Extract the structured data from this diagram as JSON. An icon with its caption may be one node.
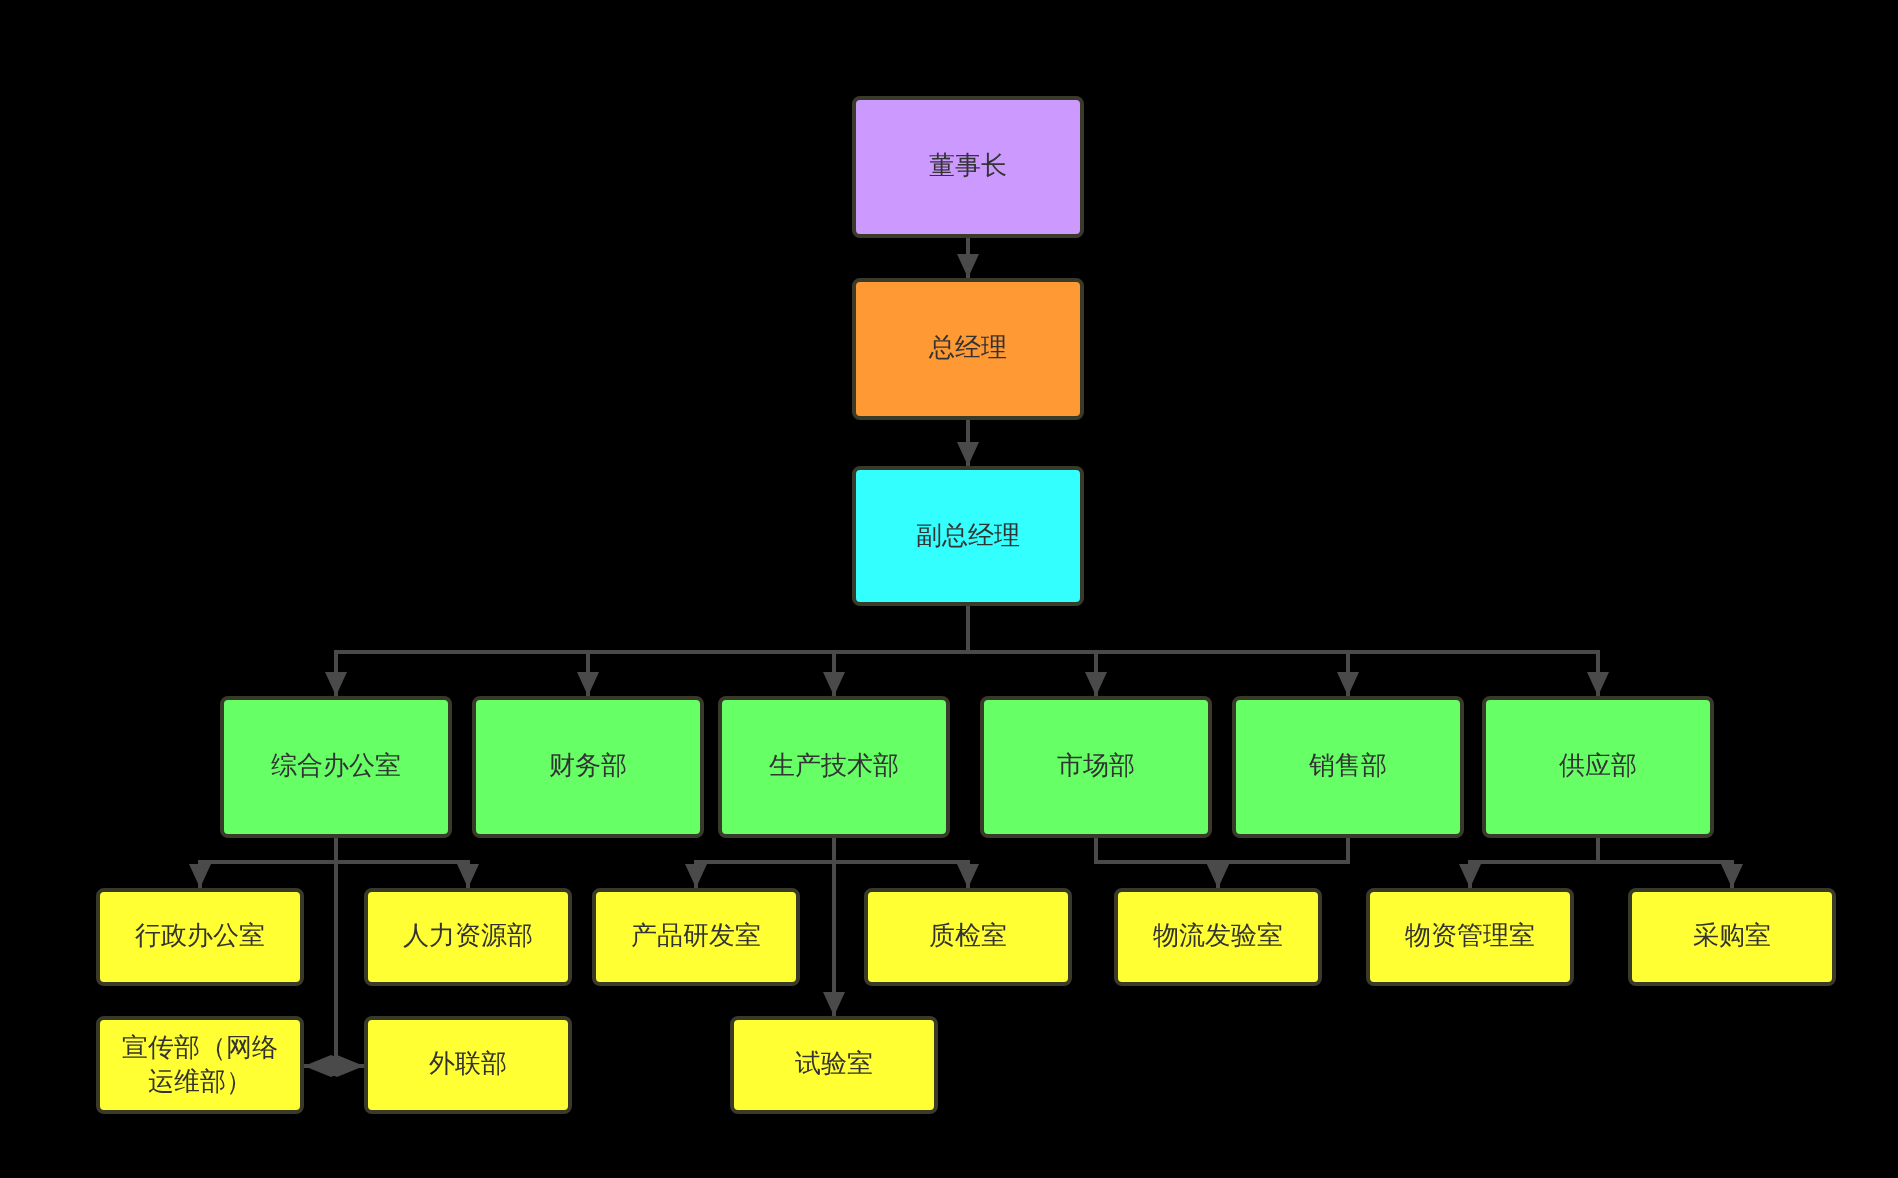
{
  "diagram": {
    "nodes": [
      {
        "text": [
          "董事长"
        ]
      },
      {
        "text": [
          "总经理"
        ]
      },
      {
        "text": [
          "副总经理"
        ]
      },
      {
        "text": [
          "综合办公室"
        ]
      },
      {
        "text": [
          "财务部"
        ]
      },
      {
        "text": [
          "生产技术部"
        ]
      },
      {
        "text": [
          "市场部"
        ]
      },
      {
        "text": [
          "销售部"
        ]
      },
      {
        "text": [
          "供应部"
        ]
      },
      {
        "text": [
          "行政办公室"
        ]
      },
      {
        "text": [
          "人力资源部"
        ]
      },
      {
        "text": [
          "宣传部（网络运维部）"
        ]
      },
      {
        "text": [
          "外联部"
        ]
      },
      {
        "text": [
          "产品研发室"
        ]
      },
      {
        "text": [
          "质检室"
        ]
      },
      {
        "text": [
          "试验室"
        ]
      },
      {
        "text": [
          "物流发验室"
        ]
      },
      {
        "text": [
          "物资管理室"
        ]
      },
      {
        "text": [
          "采购室"
        ]
      }
    ],
    "edges": [
      {
        "from": 0,
        "to": 1,
        "arrow": "to"
      },
      {
        "from": 1,
        "to": 2,
        "arrow": "to"
      },
      {
        "from": 2,
        "to": 3,
        "arrow": "to"
      },
      {
        "from": 2,
        "to": 4,
        "arrow": "to"
      },
      {
        "from": 2,
        "to": 5,
        "arrow": "to"
      },
      {
        "from": 2,
        "to": 6,
        "arrow": "to"
      },
      {
        "from": 2,
        "to": 7,
        "arrow": "to"
      },
      {
        "from": 2,
        "to": 8,
        "arrow": "to"
      },
      {
        "from": 3,
        "to": 9,
        "arrow": "to"
      },
      {
        "from": 3,
        "to": 10,
        "arrow": "to"
      },
      {
        "from": 3,
        "to": 11,
        "arrow": "other"
      },
      {
        "from": 3,
        "to": 12,
        "arrow": "other"
      },
      {
        "from": 5,
        "to": 13,
        "arrow": "to"
      },
      {
        "from": 5,
        "to": 14,
        "arrow": "to"
      },
      {
        "from": 5,
        "to": 15,
        "arrow": "to"
      },
      {
        "from": 6,
        "to": 16,
        "arrow": "to"
      },
      {
        "from": 7,
        "to": 16,
        "arrow": "to"
      },
      {
        "from": 8,
        "to": 17,
        "arrow": "to"
      },
      {
        "from": 8,
        "to": 18,
        "arrow": "to"
      }
    ]
  }
}
